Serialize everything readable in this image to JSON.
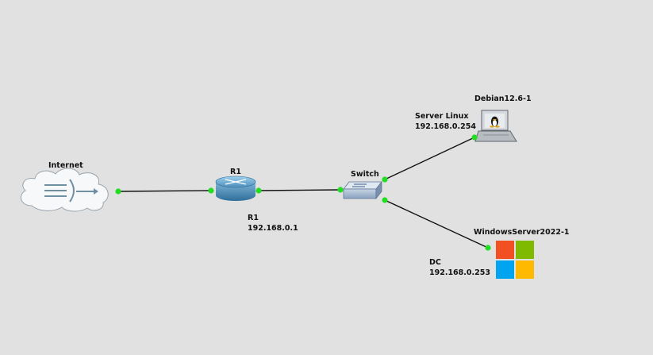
{
  "colors": {
    "background": "#e1e1e1",
    "link": "#111111",
    "port_up": "#22dd22"
  },
  "nodes": {
    "internet": {
      "name": "Internet",
      "icon": "cloud-icon"
    },
    "r1": {
      "name": "R1",
      "icon": "router-icon",
      "note_name": "R1",
      "note_ip": "192.168.0.1"
    },
    "switch": {
      "name": "Switch",
      "icon": "switch-icon"
    },
    "debian": {
      "name": "Debian12.6-1",
      "icon": "linux-laptop-icon",
      "note_name": "Server Linux",
      "note_ip": "192.168.0.254"
    },
    "winserver": {
      "name": "WindowsServer2022-1",
      "icon": "windows-logo-icon",
      "note_name": "DC",
      "note_ip": "192.168.0.253"
    }
  }
}
